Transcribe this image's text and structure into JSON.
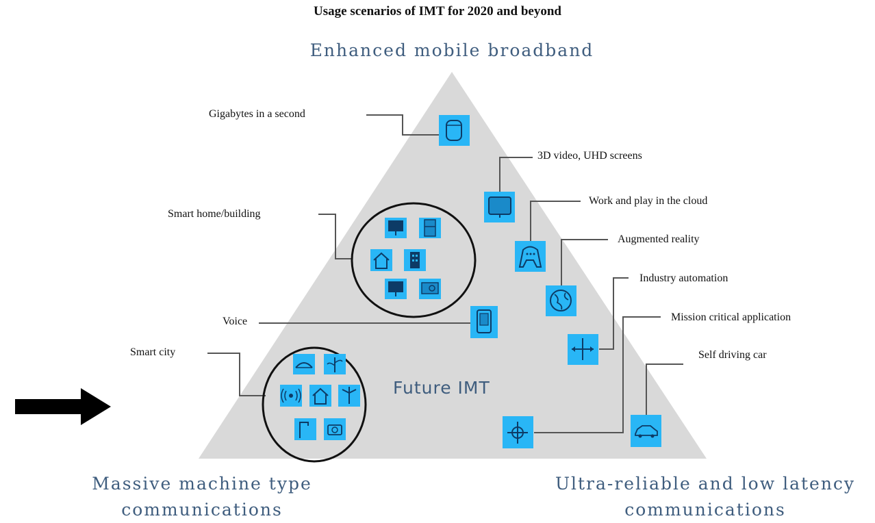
{
  "title": "Usage scenarios of IMT for 2020 and beyond",
  "corners": {
    "top": "Enhanced mobile broadband",
    "bottom_left_line1": "Massive machine type",
    "bottom_left_line2": "communications",
    "bottom_right_line1": "Ultra-reliable and low latency",
    "bottom_right_line2": "communications"
  },
  "center": "Future IMT",
  "labels": {
    "gigabytes": "Gigabytes in a second",
    "video": "3D video, UHD screens",
    "cloud": "Work and play in the cloud",
    "ar": "Augmented reality",
    "industry": "Industry automation",
    "mission": "Mission critical application",
    "selfdriving": "Self driving car",
    "smarthome": "Smart home/building",
    "voice": "Voice",
    "smartcity": "Smart city"
  },
  "colors": {
    "triangle": "#d9d9d9",
    "icon_fill": "#29b6f6",
    "icon_stroke": "#0d3b66",
    "line": "#555555",
    "corner_text": "#3f5d7e"
  },
  "icons": [
    "database-icon",
    "monitor-icon",
    "gamepad-icon",
    "globe-icon",
    "tablet-icon",
    "automation-icon",
    "crosshair-icon",
    "car-icon"
  ]
}
